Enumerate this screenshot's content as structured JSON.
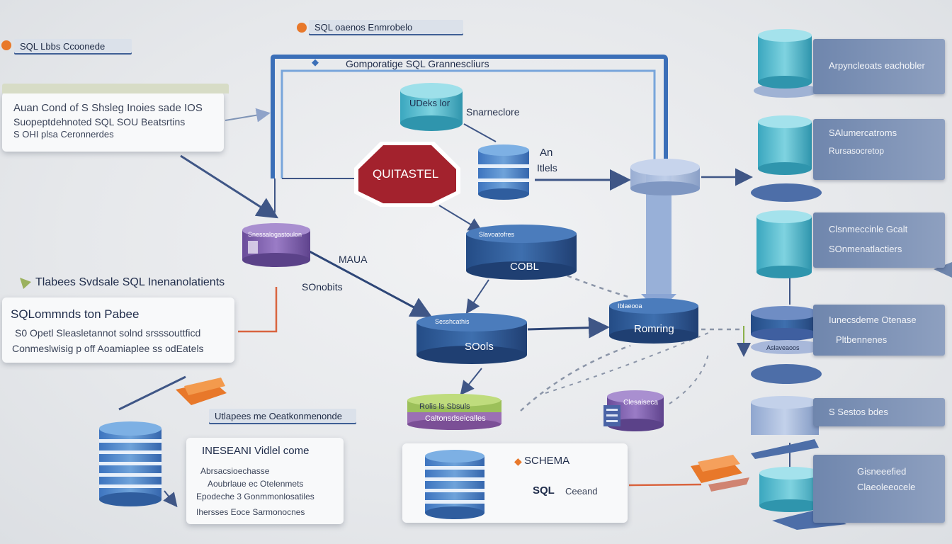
{
  "header": {
    "top_tag": "SQL oaenos Enmrobelo",
    "left_tag": "SQL Lbbs Ccoonede",
    "frame_title": "Gomporatige SQL Grannescliurs"
  },
  "left_card_1": {
    "lines": [
      "Auan Cond of S Shsleg Inoies sade IOS",
      "Suopeptdehnoted SQL SOU Beatsrtins",
      "S OHI plsa Ceronnerdes"
    ]
  },
  "left_heading": "Tlabees Svdsale SQL Inenanolatients",
  "left_card_2": {
    "title": "SQLommnds ton Pabee",
    "lines": [
      "S0 Opetl Sleasletannot solnd srsssouttficd",
      "Conmeslwisig p off Aoamiaplee ss odEatels"
    ]
  },
  "mid_tag": "Utlapees me Oeatkonmenonde",
  "bottom_card": {
    "title": "INESEANI Vidlel come",
    "lines": [
      "Abrsacsioechasse",
      "Aoubrlaue ec Otelenmets",
      "Epodeche 3 Gonmmonlosatiles",
      "Ihersses Eoce Sarmonocnes"
    ]
  },
  "schema_card": {
    "title": "SCHEMA",
    "sub_bold": "SQL",
    "sub": "Ceeand"
  },
  "center": {
    "stop_label": "QUITASTEL",
    "cyl_top": "UDeks lor",
    "side_label": "Snarneclore",
    "an_label": "An",
    "files_label": "Itlels",
    "small_purple": "Snessalogastoulon",
    "maua": "MAUA",
    "sonobits": "SOnobits",
    "cobl_small": "Slavoatofres",
    "cobl": "COBL",
    "sools_small": "Sesshcathis",
    "sools": "SOols",
    "romring_small": "Iblaeooa",
    "romring": "Romring",
    "green_line1": "Rolis ls Sbsuls",
    "green_line2": "Caltonsdseicalles",
    "purple2": "Clesaiseca"
  },
  "right_panels": [
    {
      "lines": [
        "Arpyncleoats eachobler"
      ]
    },
    {
      "lines": [
        "SAlumercatroms",
        "Rursasocretop"
      ]
    },
    {
      "lines": [
        "Clsnmeccinle Gcalt",
        "SOnmenatlactiers"
      ]
    },
    {
      "lines": [
        "Iunecsdeme Otenase",
        "Pltbennenes"
      ]
    },
    {
      "lines": [
        "S Sestos bdes"
      ]
    },
    {
      "lines": [
        "Gisneeefied",
        "Claeoleeocele"
      ]
    }
  ],
  "right_small": [
    "Aslaveaoos"
  ],
  "colors": {
    "frame_blue": "#3b73c0",
    "stop_red": "#a3222d",
    "cyl_blue": "#5790c8",
    "cyl_teal": "#48b4c8",
    "cyl_navy": "#2f5a94",
    "purple": "#7a5aa8",
    "green": "#8ab04a",
    "accent_orange": "#e8782a"
  }
}
